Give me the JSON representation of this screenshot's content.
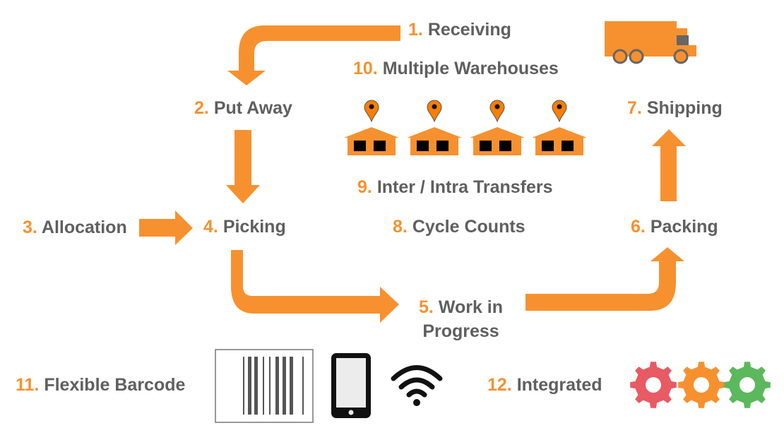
{
  "colors": {
    "accent": "#f7912f",
    "text": "#5f5f5f",
    "gear_red": "#e85a64",
    "gear_orange": "#f7912f",
    "gear_green": "#5cb85c"
  },
  "steps": [
    {
      "num": "1.",
      "label": "Receiving"
    },
    {
      "num": "2.",
      "label": "Put Away"
    },
    {
      "num": "3.",
      "label": "Allocation"
    },
    {
      "num": "4.",
      "label": "Picking"
    },
    {
      "num": "5.",
      "label": "Work in",
      "label2": "Progress"
    },
    {
      "num": "6.",
      "label": "Packing"
    },
    {
      "num": "7.",
      "label": "Shipping"
    },
    {
      "num": "8.",
      "label": "Cycle Counts"
    },
    {
      "num": "9.",
      "label": "Inter / Intra Transfers"
    },
    {
      "num": "10.",
      "label": "Multiple Warehouses"
    },
    {
      "num": "11.",
      "label": "Flexible Barcode"
    },
    {
      "num": "12.",
      "label": "Integrated"
    }
  ],
  "icons": [
    "truck-icon",
    "warehouse-icon",
    "map-pin-icon",
    "barcode-icon",
    "smartphone-icon",
    "wifi-icon",
    "gear-icon"
  ]
}
